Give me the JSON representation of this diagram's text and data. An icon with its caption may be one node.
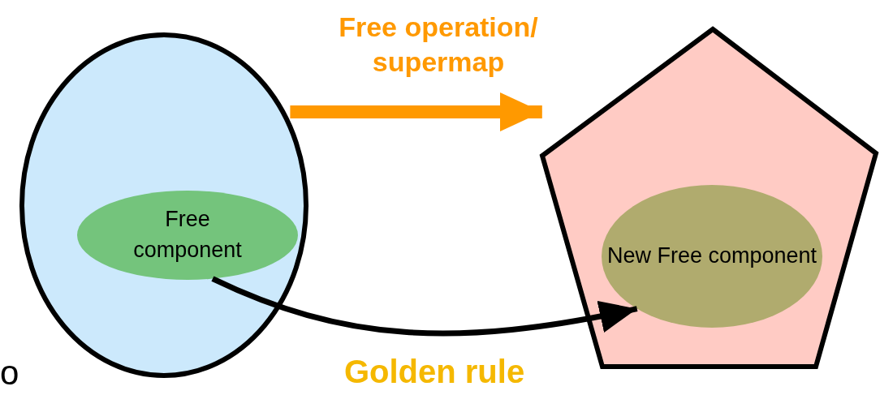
{
  "diagram": {
    "nodes": [
      {
        "text": [],
        "shape": "ellipse"
      },
      {
        "text": [
          "Free component"
        ],
        "in": 0
      },
      {
        "text": [],
        "shape": "pentagon"
      },
      {
        "text": [
          "New Free component"
        ],
        "in": 2
      }
    ],
    "edges": [
      {
        "from": 0,
        "to": 2,
        "arrow": "to",
        "label": "Free operation/ supermap",
        "style": "thick",
        "color": "#ff9900"
      },
      {
        "from": 1,
        "to": 3,
        "arrow": "to",
        "label": "Golden rule",
        "color": "#000000"
      }
    ],
    "labels": [
      "o"
    ]
  }
}
